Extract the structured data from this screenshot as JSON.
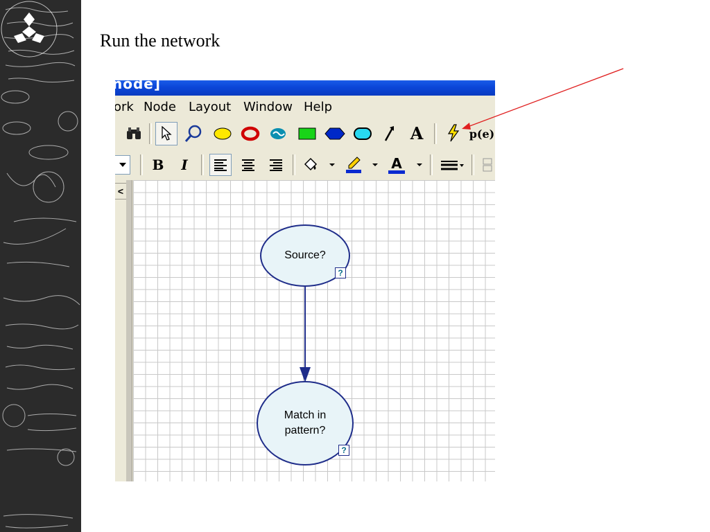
{
  "slide": {
    "title": "Run the network"
  },
  "app": {
    "window_title": "node]",
    "menus": [
      "ork",
      "Node",
      "Layout",
      "Window",
      "Help"
    ],
    "toolbar1": {
      "tools": [
        "binoculars-icon",
        "pointer-icon",
        "zoom-icon",
        "ellipse-node-icon",
        "ring-node-icon",
        "link-node-icon",
        "rect-node-icon",
        "hexagon-node-icon",
        "rounded-node-icon",
        "arrow-tool-icon",
        "text-tool-icon",
        "run-network-icon",
        "probability-icon"
      ],
      "text_tool_label": "A",
      "probability_label": "p(e)"
    },
    "toolbar2": {
      "bold_label": "B",
      "italic_label": "I",
      "font_color_label": "A"
    },
    "close_label": "<",
    "nodes": [
      {
        "id": "source",
        "label": "Source?",
        "badge": "?"
      },
      {
        "id": "match",
        "label": "Match in pattern?",
        "badge": "?"
      }
    ]
  },
  "annotation": {
    "color": "#e02020"
  },
  "colors": {
    "titlebar": "#0b46d8",
    "node_fill": "#e8f4f8",
    "node_border": "#1f2d8a"
  }
}
